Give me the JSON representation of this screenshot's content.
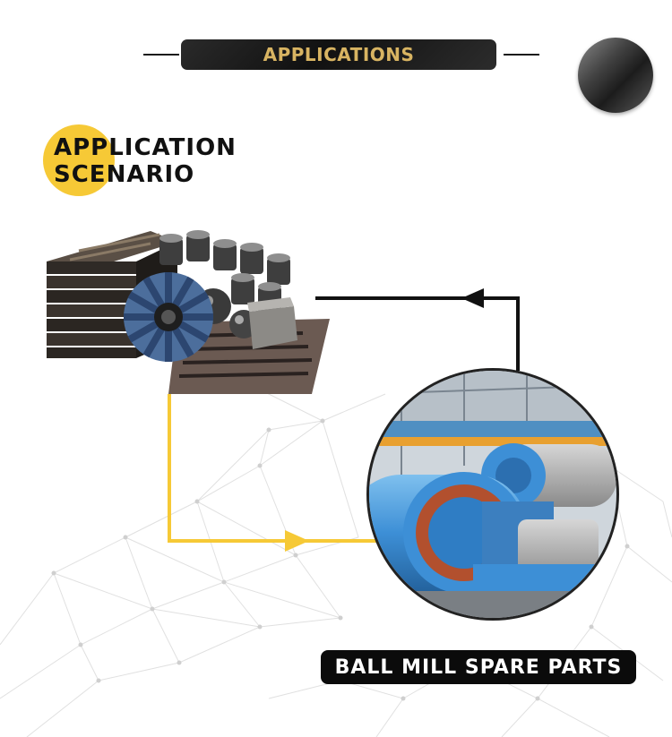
{
  "header": {
    "title": "APPLICATIONS"
  },
  "scenario": {
    "line1": "APPLICATION",
    "line2": "SCENARIO"
  },
  "product": {
    "label": "BALL MILL SPARE PARTS"
  },
  "colors": {
    "accent_yellow": "#f6c936",
    "header_gold": "#d8b462",
    "dark": "#111111",
    "mill_blue": "#3d8fd6"
  }
}
